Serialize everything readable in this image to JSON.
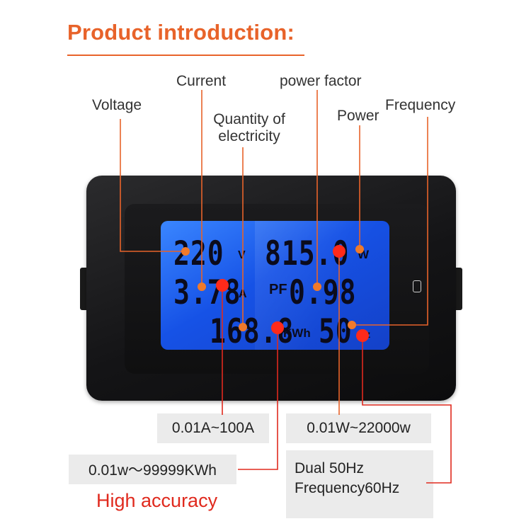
{
  "title": "Product introduction:",
  "labels": {
    "voltage": "Voltage",
    "current": "Current",
    "quantity": "Quantity of\nelectricity",
    "power_factor": "power factor",
    "power": "Power",
    "frequency": "Frequency"
  },
  "display": {
    "voltage": "220",
    "voltage_unit": "V",
    "power": "815.0",
    "power_unit": "W",
    "current": "3.78",
    "current_unit": "A",
    "pf_label": "PF",
    "pf": "0.98",
    "energy": "168.8",
    "energy_unit": "KWh",
    "frequency": "50",
    "frequency_unit": "Hz"
  },
  "specs": {
    "current_range": "0.01A~100A",
    "power_range": "0.01W~22000w",
    "energy_range": "0.01w～99999KWh",
    "frequency_line1": "Dual 50Hz",
    "frequency_line2": "Frequency60Hz"
  },
  "accuracy": "High accuracy",
  "colors": {
    "title": "#e8632a",
    "leader": "#e8632a",
    "leader_red": "#e02a1e",
    "accuracy": "#e02a1e",
    "lcd": "#1a5cf0"
  }
}
